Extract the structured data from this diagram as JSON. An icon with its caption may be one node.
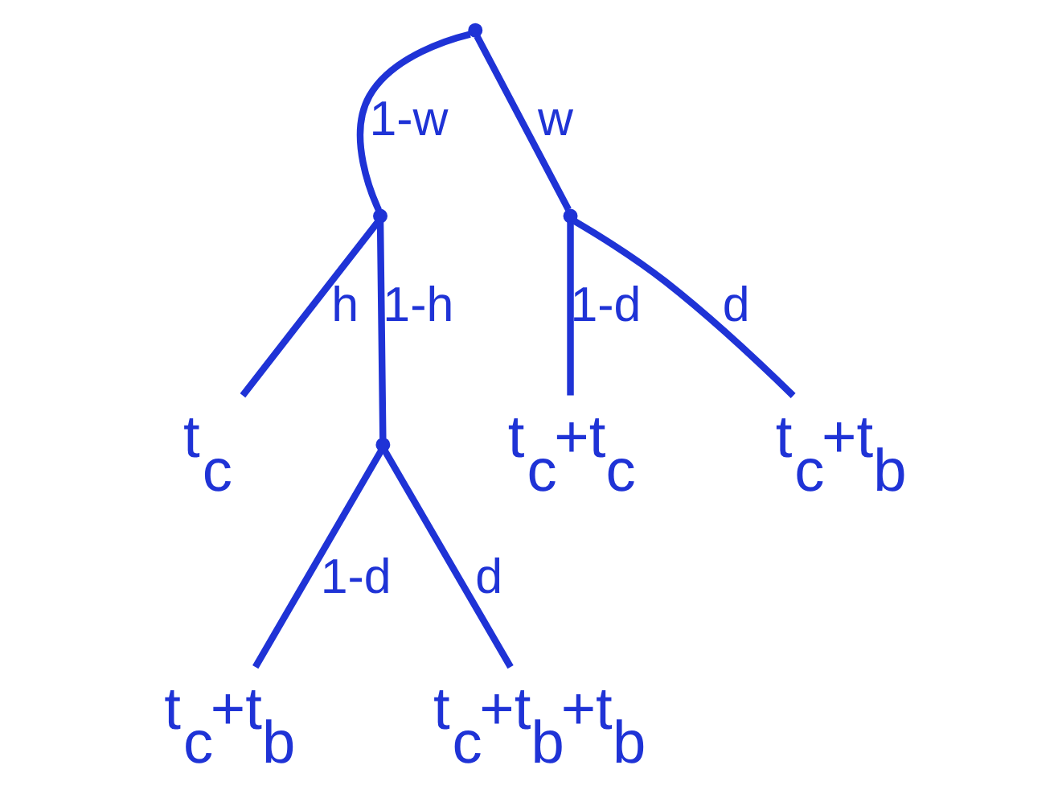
{
  "diagram": {
    "nodes": [
      {
        "text": [],
        "shape": "point"
      },
      {
        "text": [],
        "shape": "point"
      },
      {
        "text": [],
        "shape": "point"
      },
      {
        "text": [
          "t$_{c}$"
        ]
      },
      {
        "text": [],
        "shape": "point"
      },
      {
        "text": [
          "t$_{c}$+t$_{c}$"
        ]
      },
      {
        "text": [
          "t$_{c}$+t$_{b}$"
        ]
      },
      {
        "text": [
          "t$_{c}$+t$_{b}$"
        ]
      },
      {
        "text": [
          "t$_{c}$+t$_{b}$+t$_{b}$"
        ]
      }
    ],
    "edges": [
      {
        "from": 0,
        "to": 1,
        "arrow": "none",
        "label": "1-w"
      },
      {
        "from": 0,
        "to": 2,
        "arrow": "none",
        "label": "w"
      },
      {
        "from": 1,
        "to": 3,
        "arrow": "none",
        "label": "h"
      },
      {
        "from": 1,
        "to": 4,
        "arrow": "none",
        "label": "1-h"
      },
      {
        "from": 2,
        "to": 5,
        "arrow": "none",
        "label": "1-d"
      },
      {
        "from": 2,
        "to": 6,
        "arrow": "none",
        "label": "d"
      },
      {
        "from": 4,
        "to": 7,
        "arrow": "none",
        "label": "1-d"
      },
      {
        "from": 4,
        "to": 8,
        "arrow": "none",
        "label": "d"
      }
    ]
  }
}
